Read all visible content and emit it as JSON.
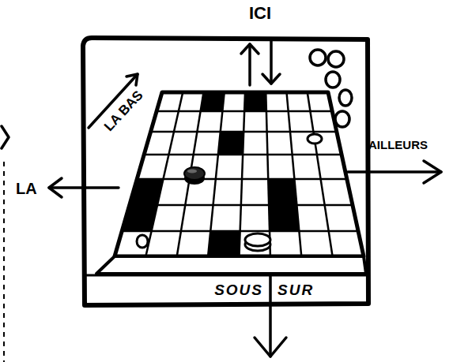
{
  "diagram": {
    "nodes": [
      {
        "text": [
          "SOUS",
          "SUR"
        ]
      }
    ],
    "labels": [
      "ICI",
      "LA BAS",
      "LA",
      "AILLEURS"
    ]
  }
}
